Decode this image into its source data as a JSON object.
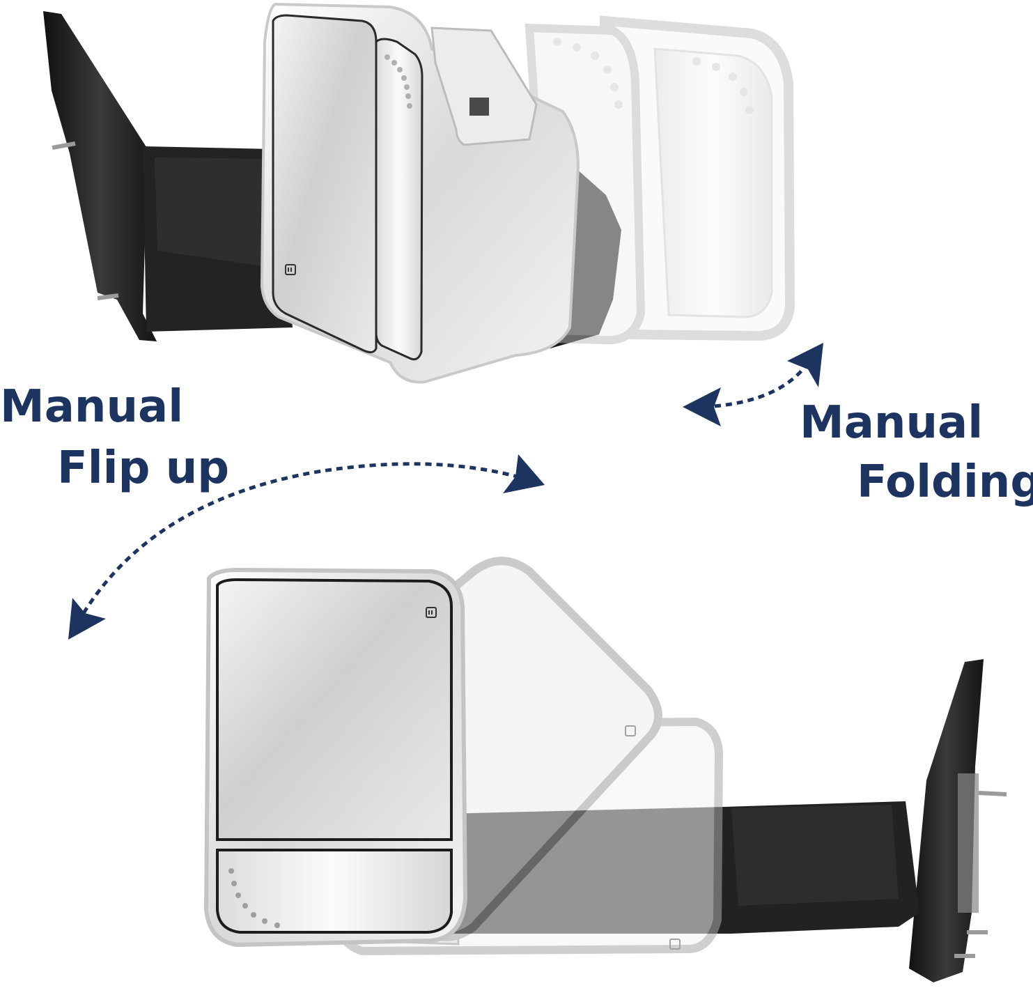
{
  "labels": {
    "flip": {
      "line1": "Manual",
      "line2": "Flip up"
    },
    "fold": {
      "line1": "Manual",
      "line2": "Folding"
    }
  },
  "colors": {
    "label_text": "#1d3461",
    "arrow": "#1d3461",
    "mirror_housing": "#1f1f1f",
    "mirror_chrome": "#e6e6e6"
  },
  "icons": {
    "defrost_symbol": "heated-glass-icon",
    "turn_signal": "led-arrow-dots"
  }
}
